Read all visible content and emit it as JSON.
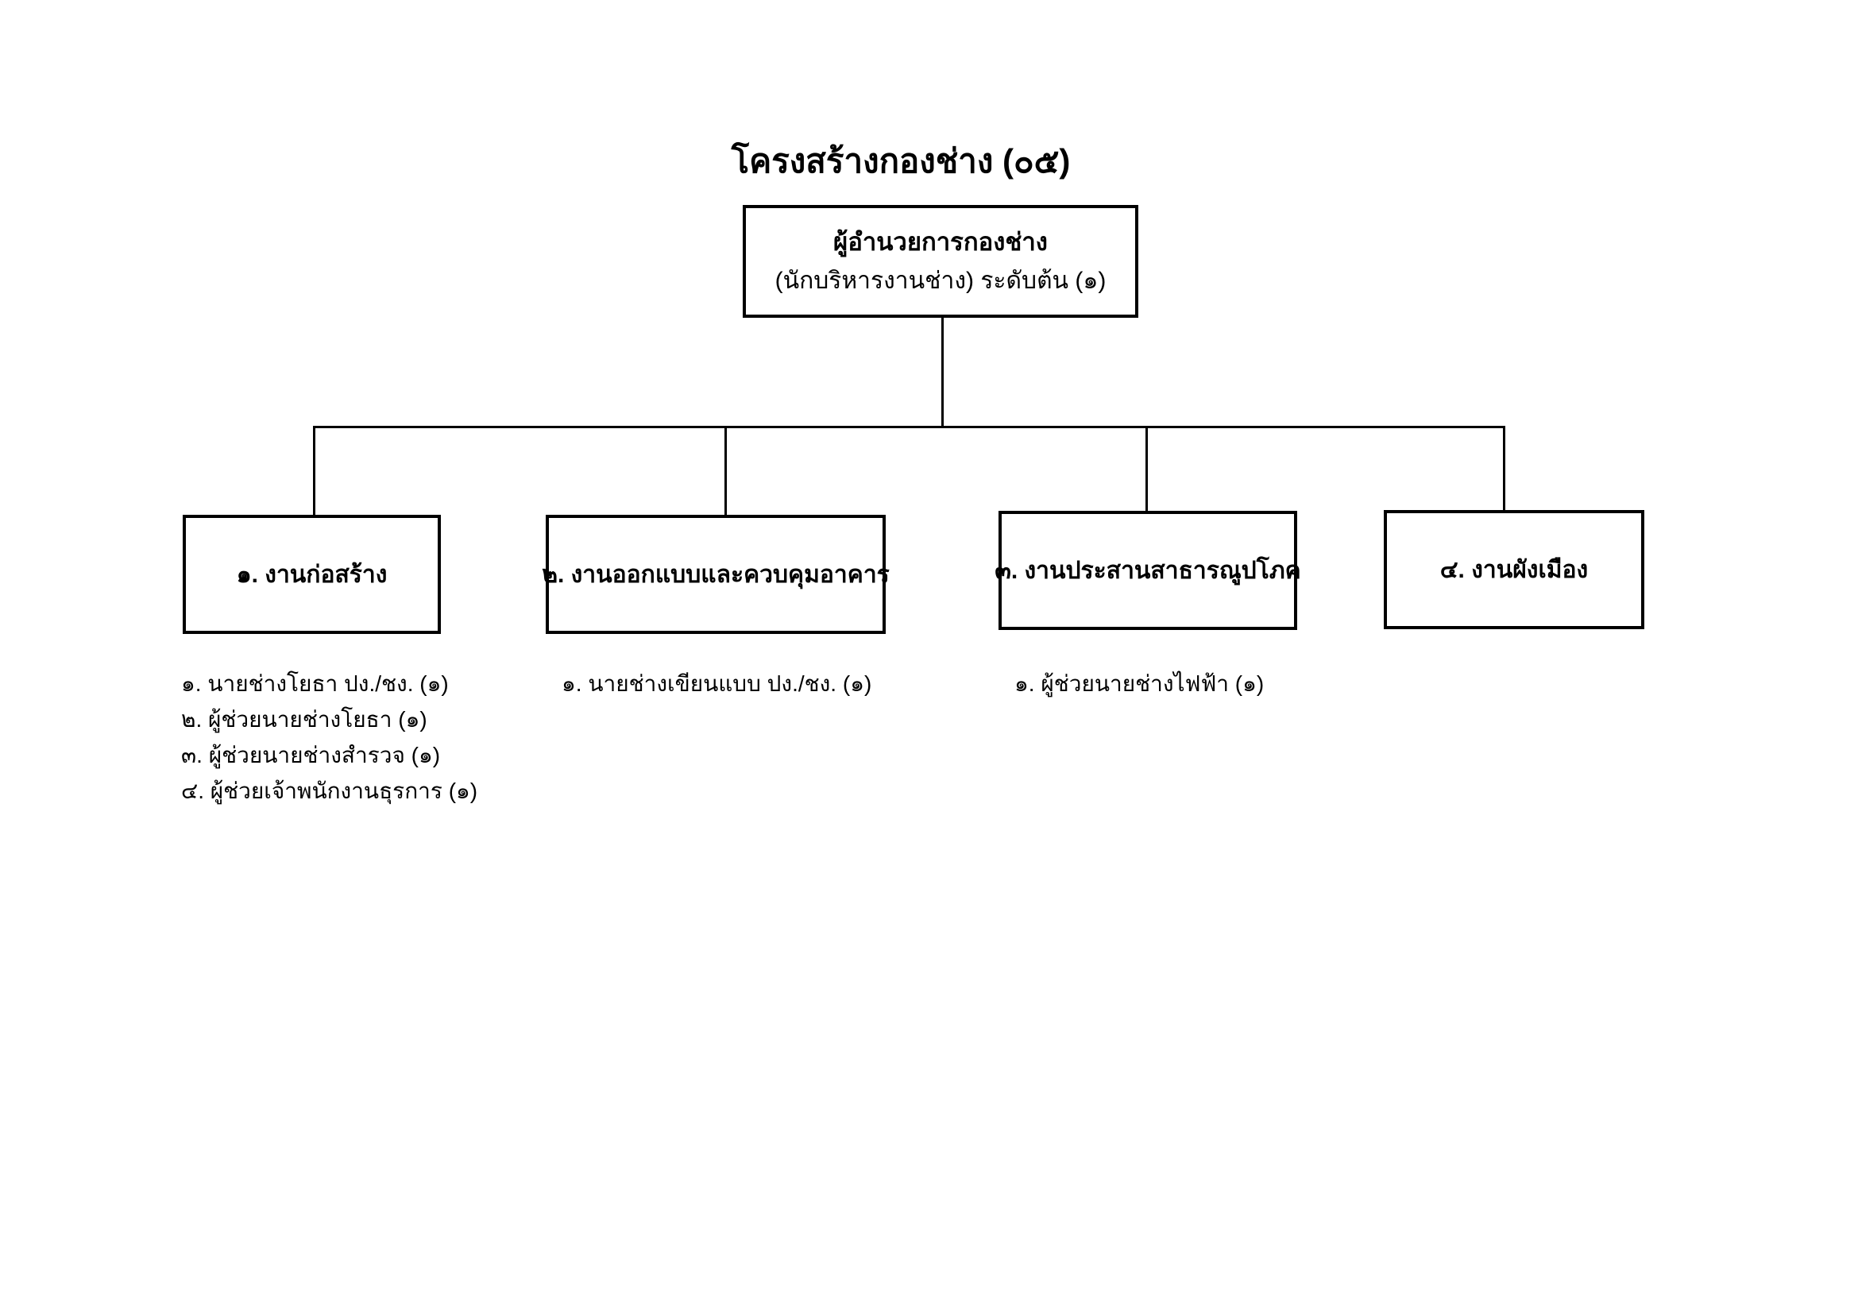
{
  "title": "โครงสร้างกองช่าง (๐๕)",
  "director": {
    "title": "ผู้อำนวยการกองช่าง",
    "subtitle": "(นักบริหารงานช่าง) ระดับต้น (๑)"
  },
  "sections": [
    {
      "label": "๑. งานก่อสร้าง",
      "staff": [
        "๑. นายช่างโยธา ปง./ชง. (๑)",
        "๒. ผู้ช่วยนายช่างโยธา (๑)",
        "๓. ผู้ช่วยนายช่างสำรวจ (๑)",
        "๔. ผู้ช่วยเจ้าพนักงานธุรการ (๑)"
      ]
    },
    {
      "label": "๒. งานออกแบบและควบคุมอาคาร",
      "staff": [
        "๑. นายช่างเขียนแบบ ปง./ชง. (๑)"
      ]
    },
    {
      "label": "๓. งานประสานสาธารณูปโภค",
      "staff": [
        "๑. ผู้ช่วยนายช่างไฟฟ้า (๑)"
      ]
    },
    {
      "label": "๔. งานผังเมือง",
      "staff": []
    }
  ],
  "colors": {
    "background": "#ffffff",
    "line": "#000000",
    "text": "#000000"
  }
}
